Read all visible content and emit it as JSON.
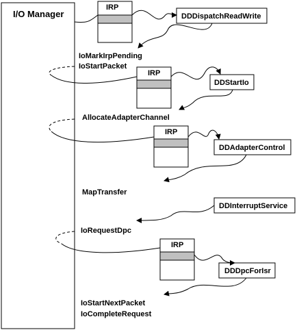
{
  "io_manager": {
    "title": "I/O Manager"
  },
  "irp_label": "IRP",
  "routines": {
    "dispatch": "DDDispatchReadWrite",
    "start_io": "DDStartIo",
    "adapter_control": "DDAdapterControl",
    "interrupt_service": "DDInterruptService",
    "dpc": "DDDpcForIsr"
  },
  "calls": {
    "mark_pending": "IoMarkIrpPending",
    "start_packet": "IoStartPacket",
    "allocate_adapter": "AllocateAdapterChannel",
    "map_transfer": "MapTransfer",
    "request_dpc": "IoRequestDpc",
    "start_next": "IoStartNextPacket",
    "complete_request": "IoCompleteRequest"
  }
}
